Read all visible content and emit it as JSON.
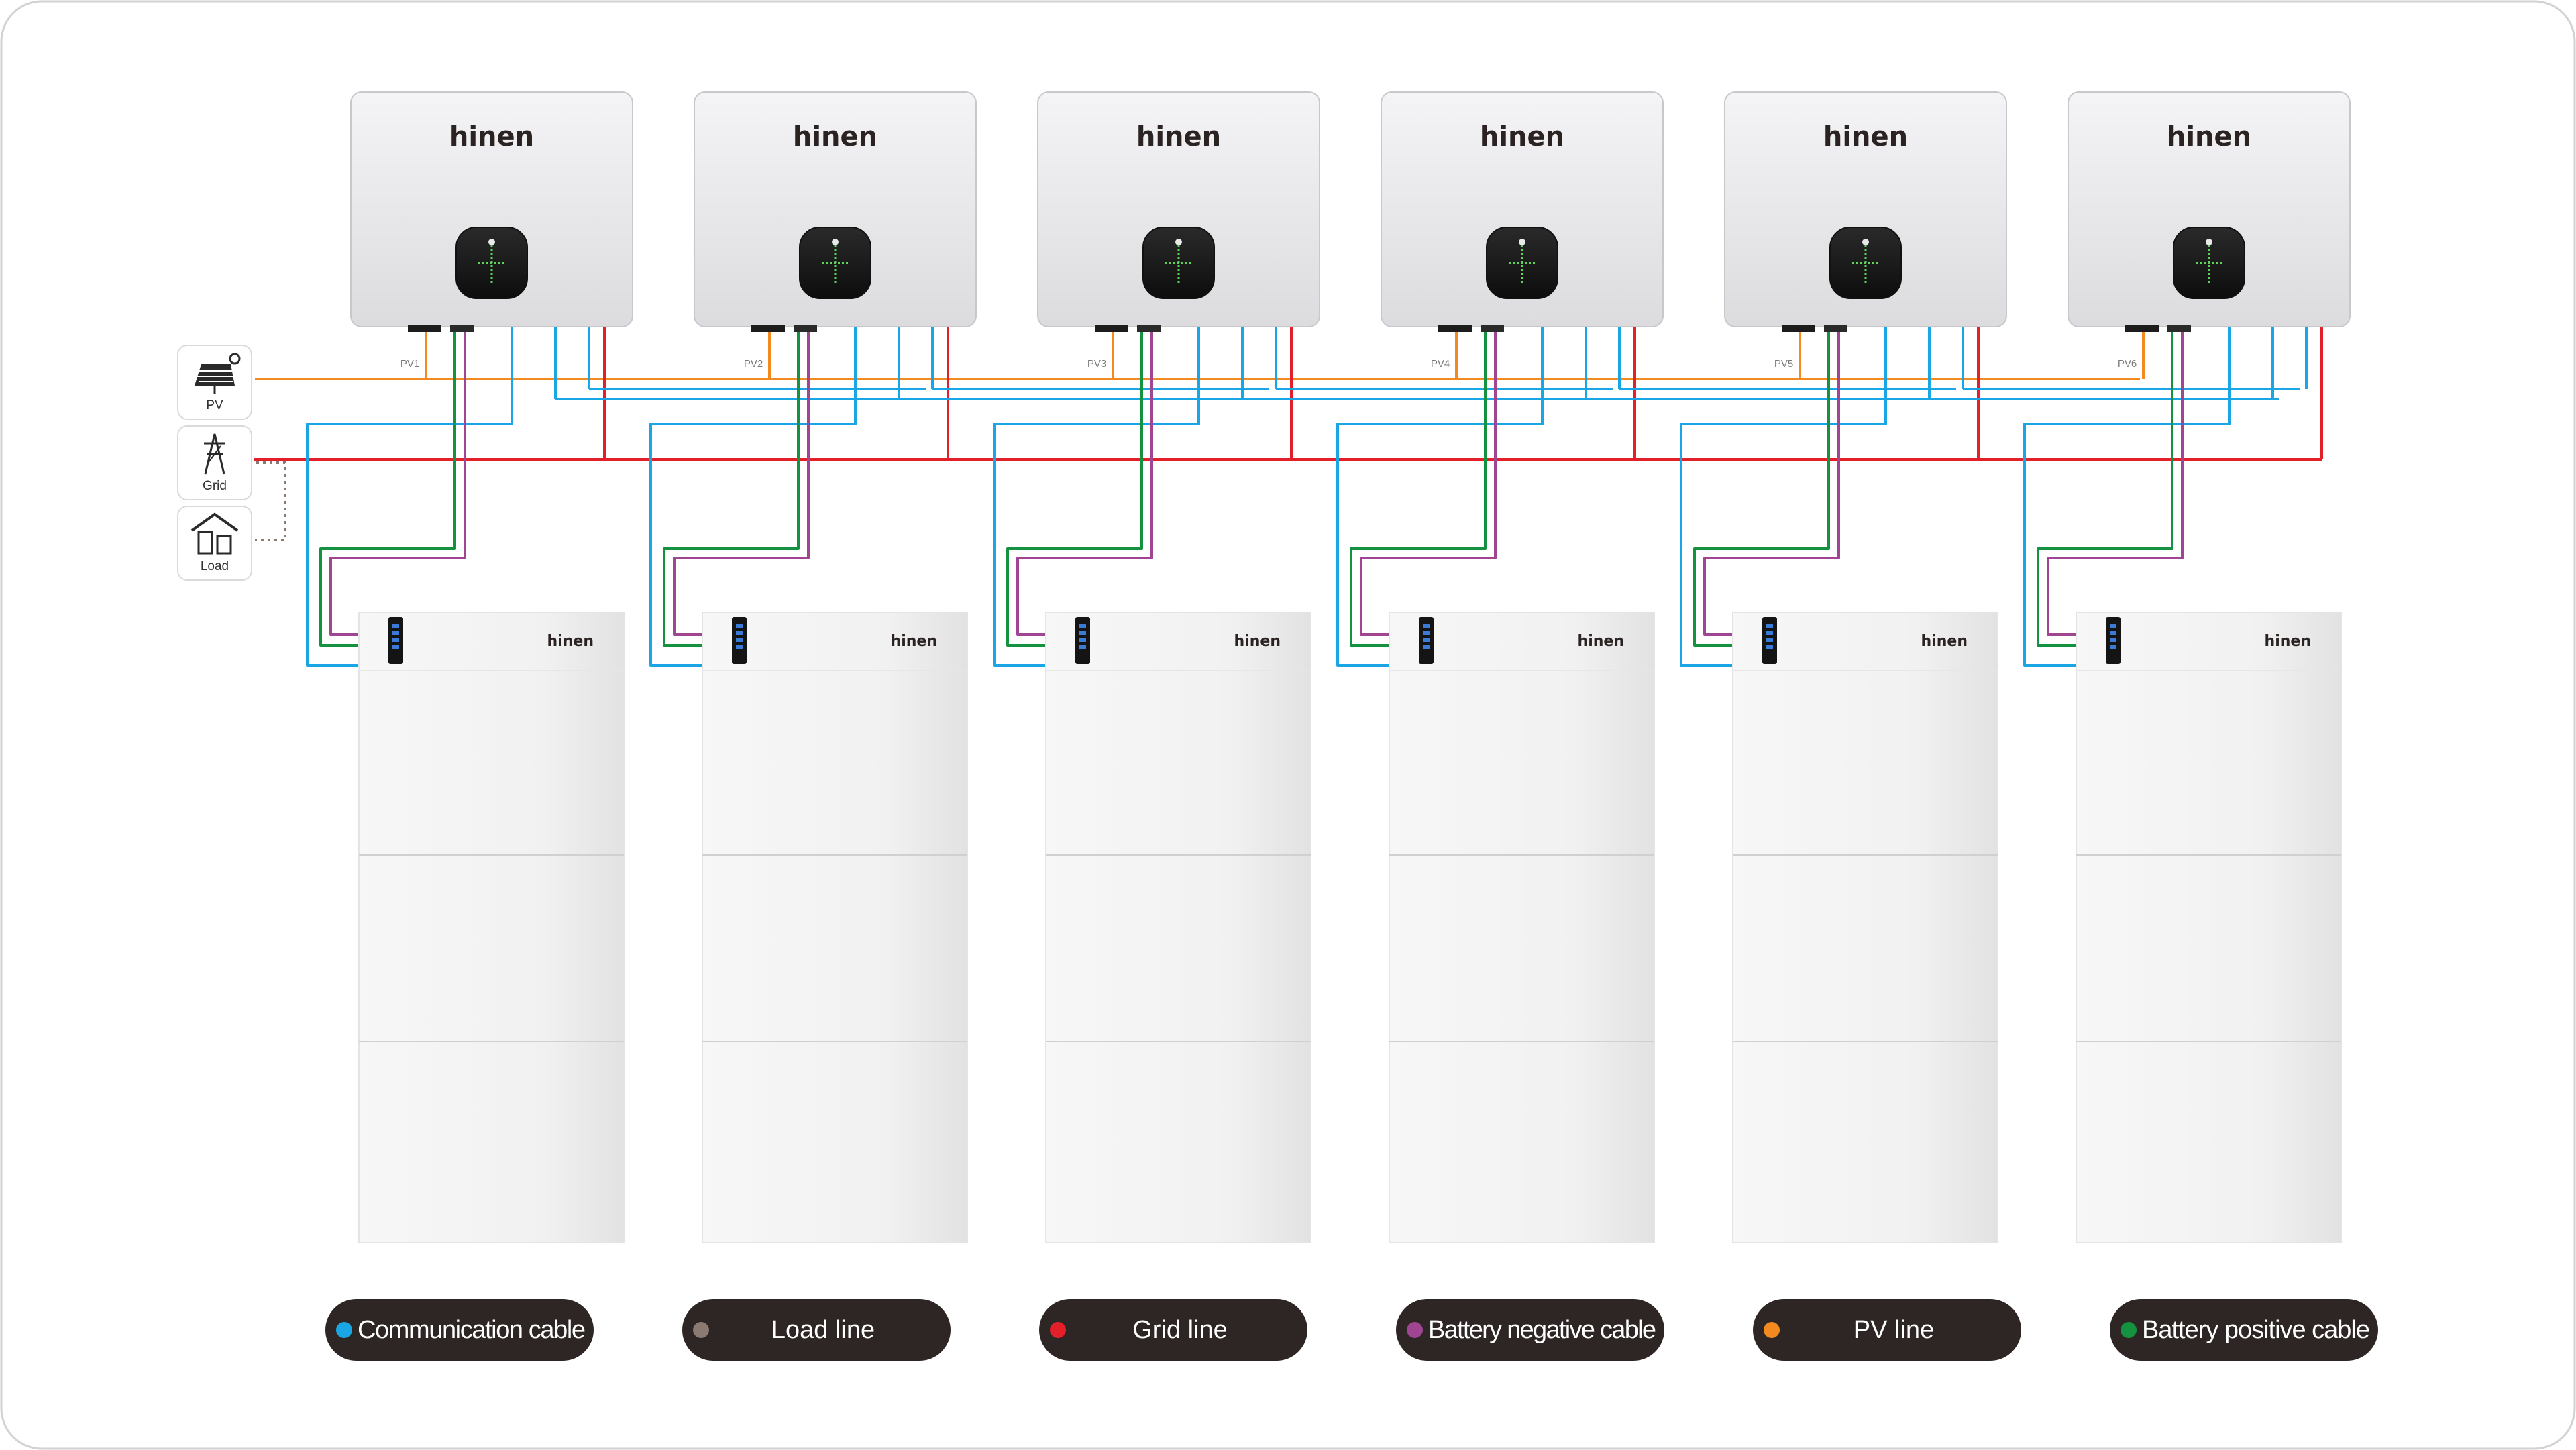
{
  "brand": "hinen",
  "sources": [
    {
      "key": "pv",
      "label": "PV",
      "icon": "solar-panel-icon"
    },
    {
      "key": "grid",
      "label": "Grid",
      "icon": "grid-tower-icon"
    },
    {
      "key": "load",
      "label": "Load",
      "icon": "house-load-icon"
    }
  ],
  "inverters": [
    {
      "id": 1,
      "pv_label": "PV1"
    },
    {
      "id": 2,
      "pv_label": "PV2"
    },
    {
      "id": 3,
      "pv_label": "PV3"
    },
    {
      "id": 4,
      "pv_label": "PV4"
    },
    {
      "id": 5,
      "pv_label": "PV5"
    },
    {
      "id": 6,
      "pv_label": "PV6"
    }
  ],
  "legend": [
    {
      "key": "communication",
      "label": "Communication cable",
      "color": "#1aa6e4"
    },
    {
      "key": "load",
      "label": "Load line",
      "color": "#8a7a72"
    },
    {
      "key": "grid",
      "label": "Grid line",
      "color": "#e3202a"
    },
    {
      "key": "battery_negative",
      "label": "Battery negative cable",
      "color": "#a04592"
    },
    {
      "key": "pv",
      "label": "PV line",
      "color": "#f28a20"
    },
    {
      "key": "battery_positive",
      "label": "Battery positive cable",
      "color": "#15923f"
    }
  ]
}
